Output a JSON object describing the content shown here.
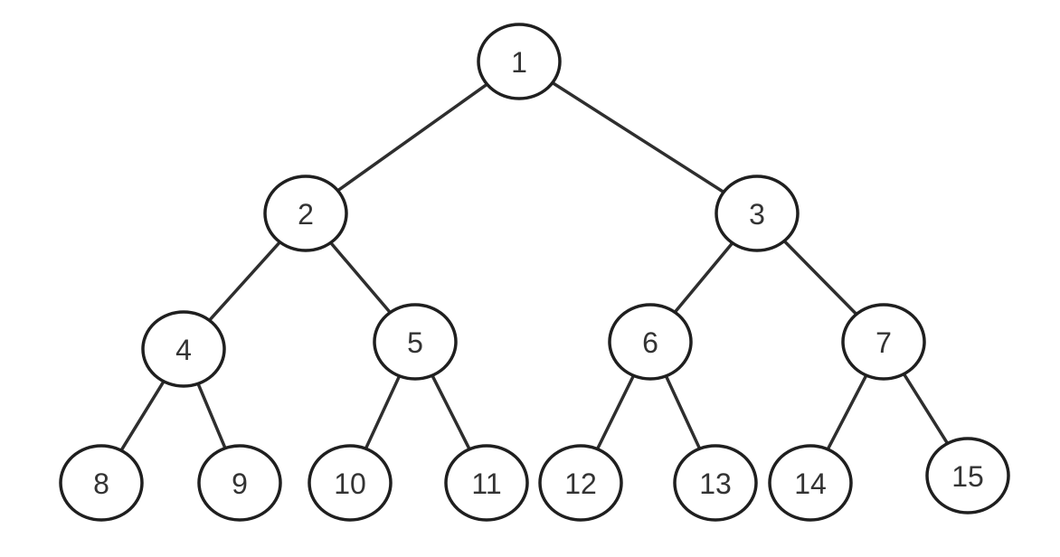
{
  "tree": {
    "nodes": [
      {
        "id": 1,
        "label": "1"
      },
      {
        "id": 2,
        "label": "2"
      },
      {
        "id": 3,
        "label": "3"
      },
      {
        "id": 4,
        "label": "4"
      },
      {
        "id": 5,
        "label": "5"
      },
      {
        "id": 6,
        "label": "6"
      },
      {
        "id": 7,
        "label": "7"
      },
      {
        "id": 8,
        "label": "8"
      },
      {
        "id": 9,
        "label": "9"
      },
      {
        "id": 10,
        "label": "10"
      },
      {
        "id": 11,
        "label": "11"
      },
      {
        "id": 12,
        "label": "12"
      },
      {
        "id": 13,
        "label": "13"
      },
      {
        "id": 14,
        "label": "14"
      },
      {
        "id": 15,
        "label": "15"
      }
    ],
    "edges": [
      {
        "from": 1,
        "to": 2
      },
      {
        "from": 1,
        "to": 3
      },
      {
        "from": 2,
        "to": 4
      },
      {
        "from": 2,
        "to": 5
      },
      {
        "from": 3,
        "to": 6
      },
      {
        "from": 3,
        "to": 7
      },
      {
        "from": 4,
        "to": 8
      },
      {
        "from": 4,
        "to": 9
      },
      {
        "from": 5,
        "to": 10
      },
      {
        "from": 5,
        "to": 11
      },
      {
        "from": 6,
        "to": 12
      },
      {
        "from": 6,
        "to": 13
      },
      {
        "from": 7,
        "to": 14
      },
      {
        "from": 7,
        "to": 15
      }
    ]
  }
}
